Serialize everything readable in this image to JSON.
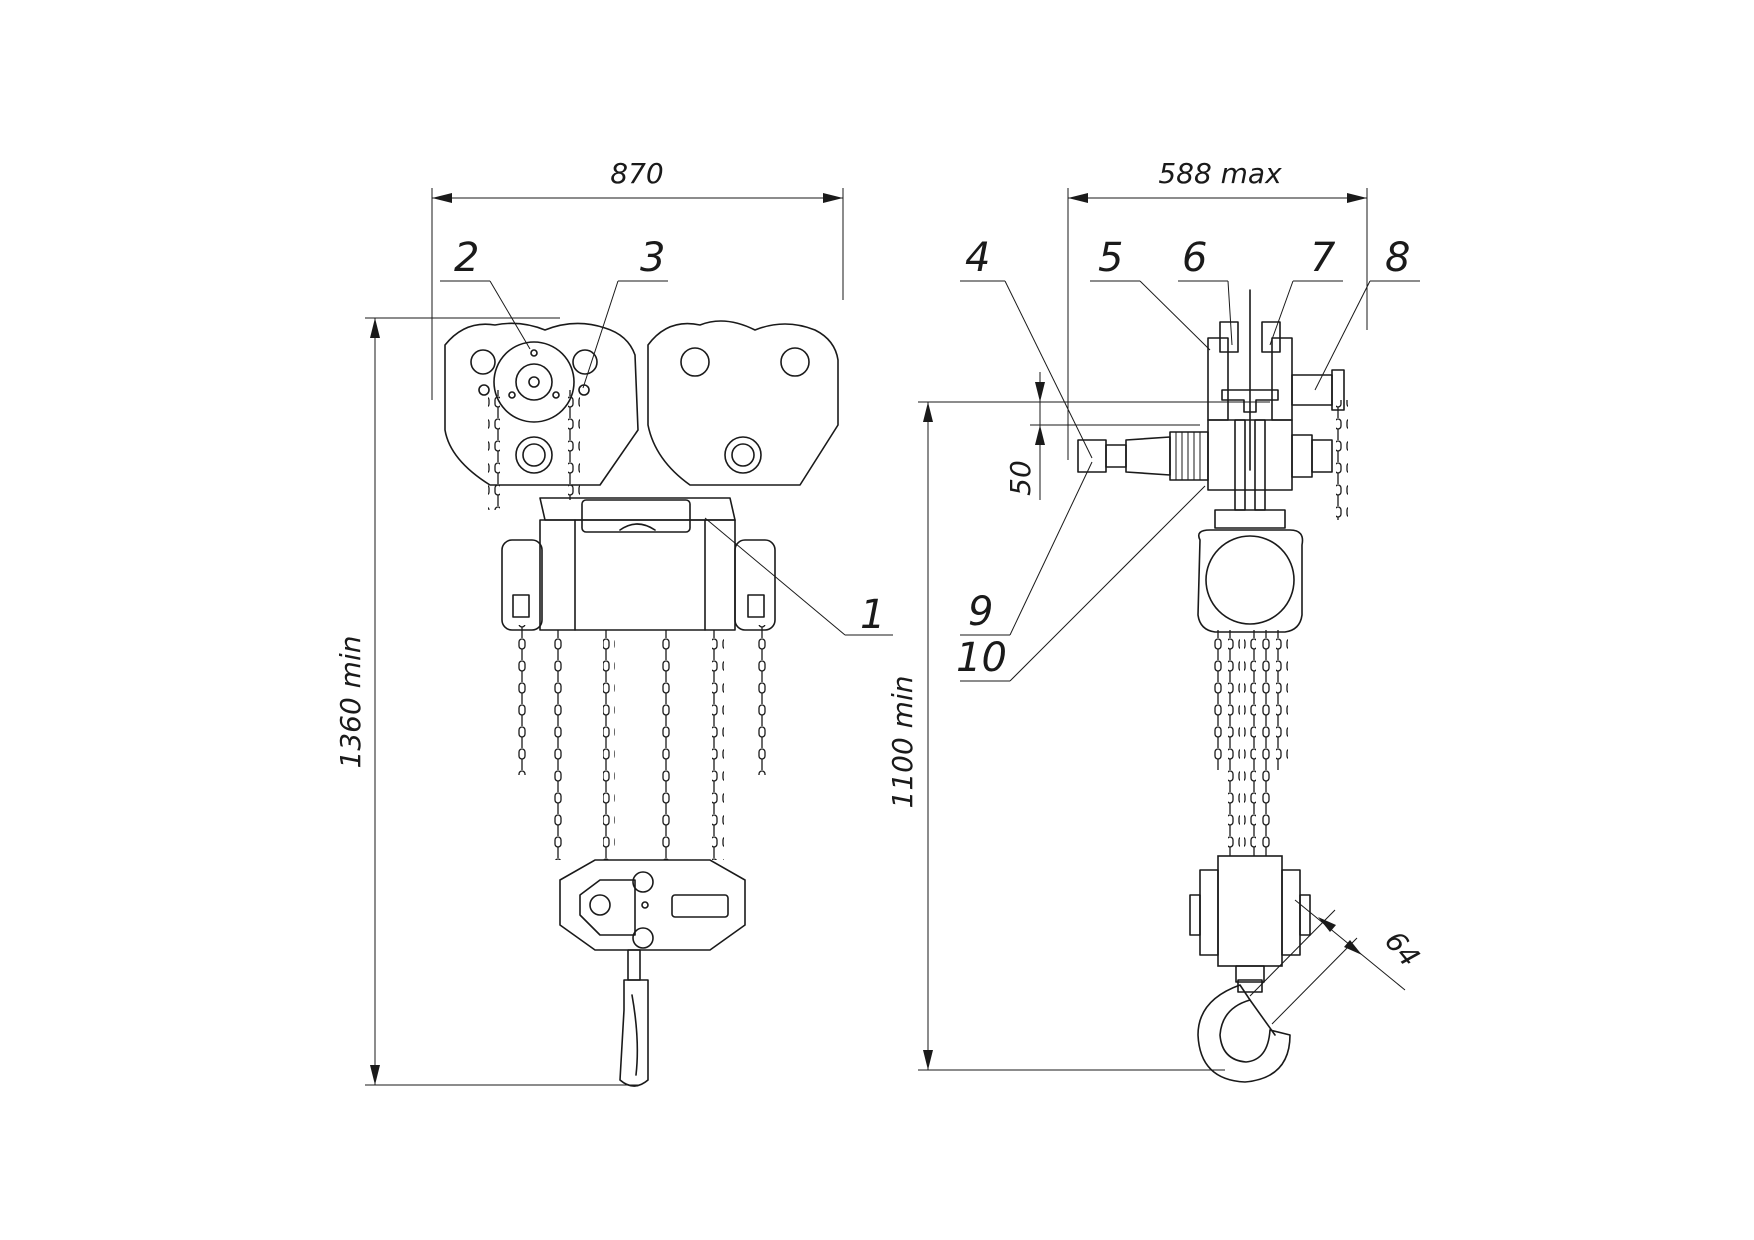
{
  "dimensions": {
    "width_front": "870",
    "height_front": "1360 min",
    "width_side": "588 max",
    "height_side": "1100 min",
    "beam_offset": "50",
    "hook_size": "64"
  },
  "callouts": [
    "1",
    "2",
    "3",
    "4",
    "5",
    "6",
    "7",
    "8",
    "9",
    "10"
  ]
}
